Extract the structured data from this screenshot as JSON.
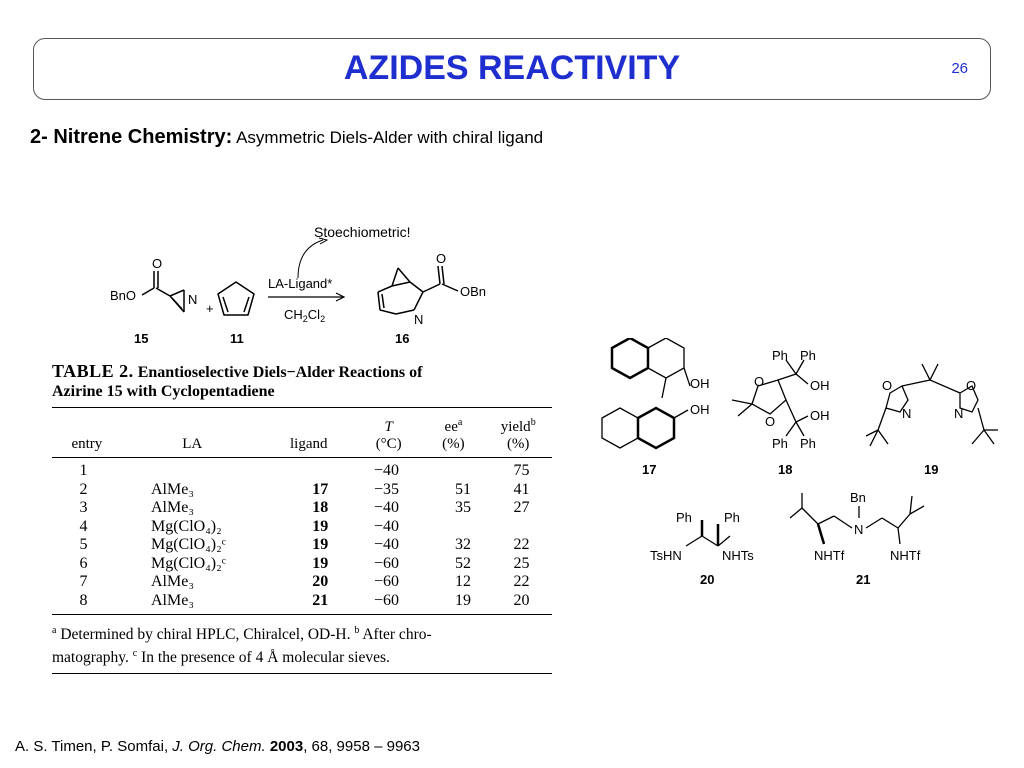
{
  "header": {
    "title": "AZIDES REACTIVITY",
    "page_number": "26"
  },
  "subtitle": {
    "bold": "2- Nitrene Chemistry:",
    "rest": "Asymmetric Diels-Alder with chiral ligand"
  },
  "scheme": {
    "annotation": "Stoechiometric!",
    "reagent1_label": "BnO",
    "reagent1_atom": "N",
    "plus": "+",
    "arrow_top": "LA-Ligand*",
    "arrow_bottom": "CH",
    "arrow_bottom_sub1": "2",
    "arrow_bottom_cl": "Cl",
    "arrow_bottom_sub2": "2",
    "product_group": "OBn",
    "product_atom": "N",
    "carbonyl_o": "O",
    "num_15": "15",
    "num_11": "11",
    "num_16": "16"
  },
  "table": {
    "label": "TABLE 2.",
    "title_line1": "Enantioselective Diels−Alder Reactions of",
    "title_line2": "Azirine 15 with Cyclopentadiene",
    "headers": {
      "entry": "entry",
      "la": "LA",
      "ligand": "ligand",
      "T": "T",
      "T_unit": "(°C)",
      "ee": "ee",
      "ee_sup": "a",
      "ee_unit": "(%)",
      "yield": "yield",
      "yield_sup": "b",
      "yield_unit": "(%)"
    },
    "rows": [
      {
        "entry": "1",
        "la": "",
        "ligand": "",
        "T": "−40",
        "ee": "",
        "yield": "75"
      },
      {
        "entry": "2",
        "la": "AlMe₃",
        "ligand": "17",
        "T": "−35",
        "ee": "51",
        "yield": "41"
      },
      {
        "entry": "3",
        "la": "AlMe₃",
        "ligand": "18",
        "T": "−40",
        "ee": "35",
        "yield": "27"
      },
      {
        "entry": "4",
        "la": "Mg(ClO₄)₂",
        "ligand": "19",
        "T": "−40",
        "ee": "",
        "yield": ""
      },
      {
        "entry": "5",
        "la": "Mg(ClO₄)₂ᶜ",
        "ligand": "19",
        "T": "−40",
        "ee": "32",
        "yield": "22"
      },
      {
        "entry": "6",
        "la": "Mg(ClO₄)₂ᶜ",
        "ligand": "19",
        "T": "−60",
        "ee": "52",
        "yield": "25"
      },
      {
        "entry": "7",
        "la": "AlMe₃",
        "ligand": "20",
        "T": "−60",
        "ee": "12",
        "yield": "22"
      },
      {
        "entry": "8",
        "la": "AlMe₃",
        "ligand": "21",
        "T": "−60",
        "ee": "19",
        "yield": "20"
      }
    ],
    "footnote_a_mark": "a",
    "footnote_a": "Determined by chiral HPLC, Chiralcel, OD-H.",
    "footnote_b_mark": "b",
    "footnote_b": "After chro-",
    "footnote_line2": "matography.",
    "footnote_c_mark": "c",
    "footnote_c": "In the presence of 4 Å molecular sieves."
  },
  "ligands": {
    "l17": {
      "oh1": "OH",
      "oh2": "OH",
      "num": "17"
    },
    "l18": {
      "ph1": "Ph",
      "ph2": "Ph",
      "ph3": "Ph",
      "ph4": "Ph",
      "o1": "O",
      "o2": "O",
      "oh1": "OH",
      "oh2": "OH",
      "num": "18"
    },
    "l19": {
      "o1": "O",
      "o2": "O",
      "n1": "N",
      "n2": "N",
      "num": "19"
    },
    "l20": {
      "ph1": "Ph",
      "ph2": "Ph",
      "tshn": "TsHN",
      "nhts": "NHTs",
      "num": "20"
    },
    "l21": {
      "bn": "Bn",
      "n": "N",
      "nhtf1": "NHTf",
      "nhtf2": "NHTf",
      "num": "21"
    }
  },
  "reference": {
    "authors": "A. S. Timen, P. Somfai,",
    "journal": "J. Org. Chem.",
    "year": "2003",
    "rest": ", 68, 9958 – 9963"
  }
}
